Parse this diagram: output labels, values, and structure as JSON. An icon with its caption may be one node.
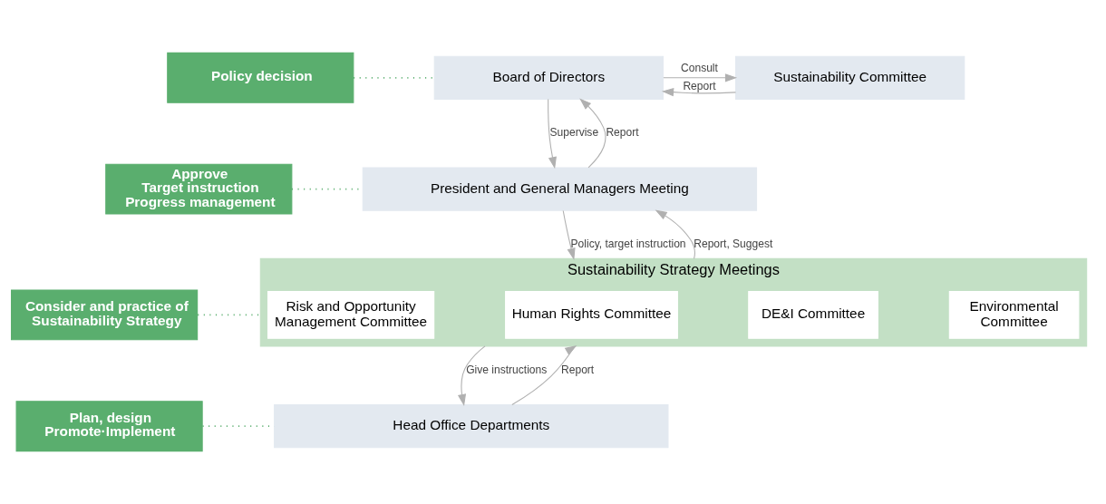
{
  "diagram": {
    "nodes": [
      {
        "text": [
          "Policy decision"
        ]
      },
      {
        "text": [
          "Board of Directors"
        ]
      },
      {
        "text": [
          "Sustainability Committee"
        ]
      },
      {
        "text": [
          "Approve",
          "Target instruction",
          "Progress management"
        ]
      },
      {
        "text": [
          "President and General Managers Meeting"
        ]
      },
      {
        "text": [
          "Consider and practice of Sustainability Strategy"
        ]
      },
      {
        "text": [
          "Sustainability Strategy Meetings"
        ]
      },
      {
        "text": [
          "Risk and Opportunity Management Committee"
        ],
        "in": 6
      },
      {
        "text": [
          "Human Rights Committee"
        ],
        "in": 6
      },
      {
        "text": [
          "DE&I Committee"
        ],
        "in": 6
      },
      {
        "text": [
          "Environmental Committee"
        ],
        "in": 6
      },
      {
        "text": [
          "Plan, design",
          "Promote·Implement"
        ]
      },
      {
        "text": [
          "Head Office Departments"
        ]
      }
    ],
    "edges": [
      {
        "from": 0,
        "to": 1,
        "arrow": "none",
        "style": "dashed",
        "color": "#5aae6e"
      },
      {
        "from": 1,
        "to": 2,
        "arrow": "to",
        "label": "Consult"
      },
      {
        "from": 2,
        "to": 1,
        "arrow": "to",
        "label": "Report"
      },
      {
        "from": 1,
        "to": 4,
        "arrow": "to",
        "label": "Supervise"
      },
      {
        "from": 4,
        "to": 1,
        "arrow": "to",
        "label": "Report"
      },
      {
        "from": 3,
        "to": 4,
        "arrow": "none",
        "style": "dashed",
        "color": "#5aae6e"
      },
      {
        "from": 4,
        "to": 6,
        "arrow": "to",
        "label": "Policy, target instruction"
      },
      {
        "from": 6,
        "to": 4,
        "arrow": "to",
        "label": "Report, Suggest"
      },
      {
        "from": 5,
        "to": 6,
        "arrow": "none",
        "style": "dashed",
        "color": "#5aae6e"
      },
      {
        "from": 6,
        "to": 12,
        "arrow": "to",
        "label": "Give instructions"
      },
      {
        "from": 12,
        "to": 6,
        "arrow": "to",
        "label": "Report"
      },
      {
        "from": 11,
        "to": 12,
        "arrow": "none",
        "style": "dashed",
        "color": "#5aae6e"
      }
    ]
  }
}
